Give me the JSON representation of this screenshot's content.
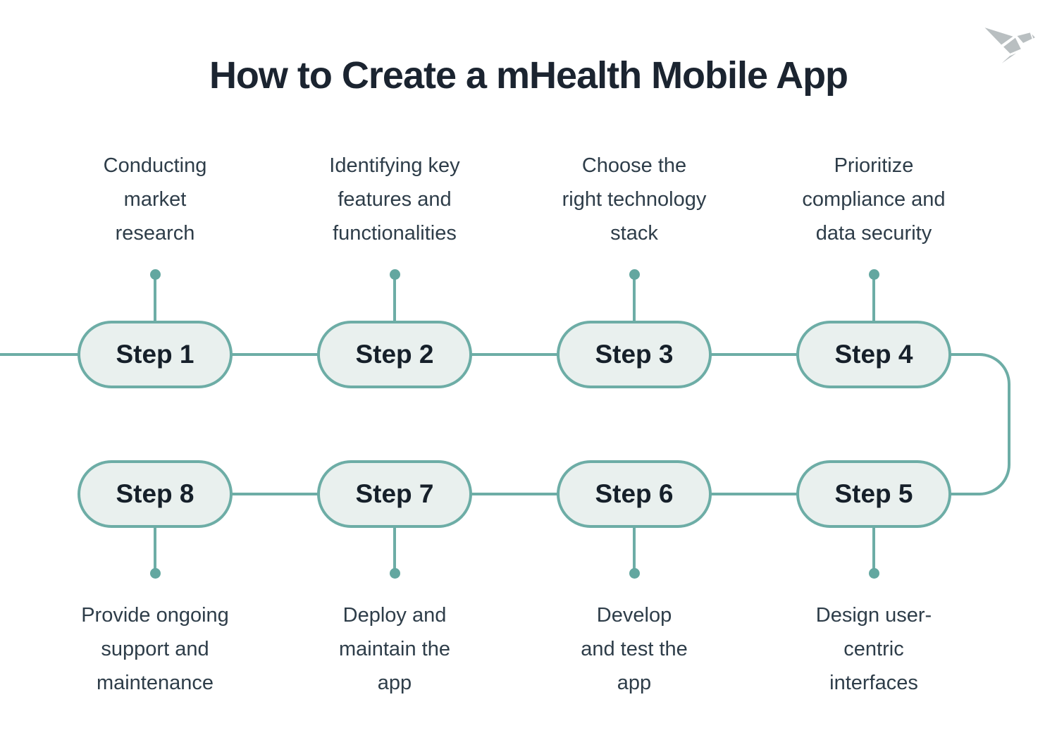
{
  "title": "How to Create a mHealth Mobile App",
  "logo": {
    "icon": "origami-bird-icon",
    "color": "#b9bfc1"
  },
  "colors": {
    "background": "#ffffff",
    "teal_line": "#6dada6",
    "dot": "#63a7a0",
    "pill_fill": "#e9f0ee",
    "pill_border": "#6dada6",
    "title_text": "#1b2430",
    "step_text": "#16202a",
    "label_text": "#2e3d49"
  },
  "steps": [
    {
      "label": "Step 1",
      "description": "Conducting\nmarket\nresearch"
    },
    {
      "label": "Step 2",
      "description": "Identifying key\nfeatures and\nfunctionalities"
    },
    {
      "label": "Step 3",
      "description": "Choose the\nright technology\nstack"
    },
    {
      "label": "Step 4",
      "description": "Prioritize\ncompliance and\ndata security"
    },
    {
      "label": "Step 5",
      "description": "Design user-\ncentric\ninterfaces"
    },
    {
      "label": "Step 6",
      "description": "Develop\nand test the\napp"
    },
    {
      "label": "Step 7",
      "description": "Deploy and\nmaintain the\napp"
    },
    {
      "label": "Step 8",
      "description": "Provide ongoing\nsupport and\nmaintenance"
    }
  ]
}
